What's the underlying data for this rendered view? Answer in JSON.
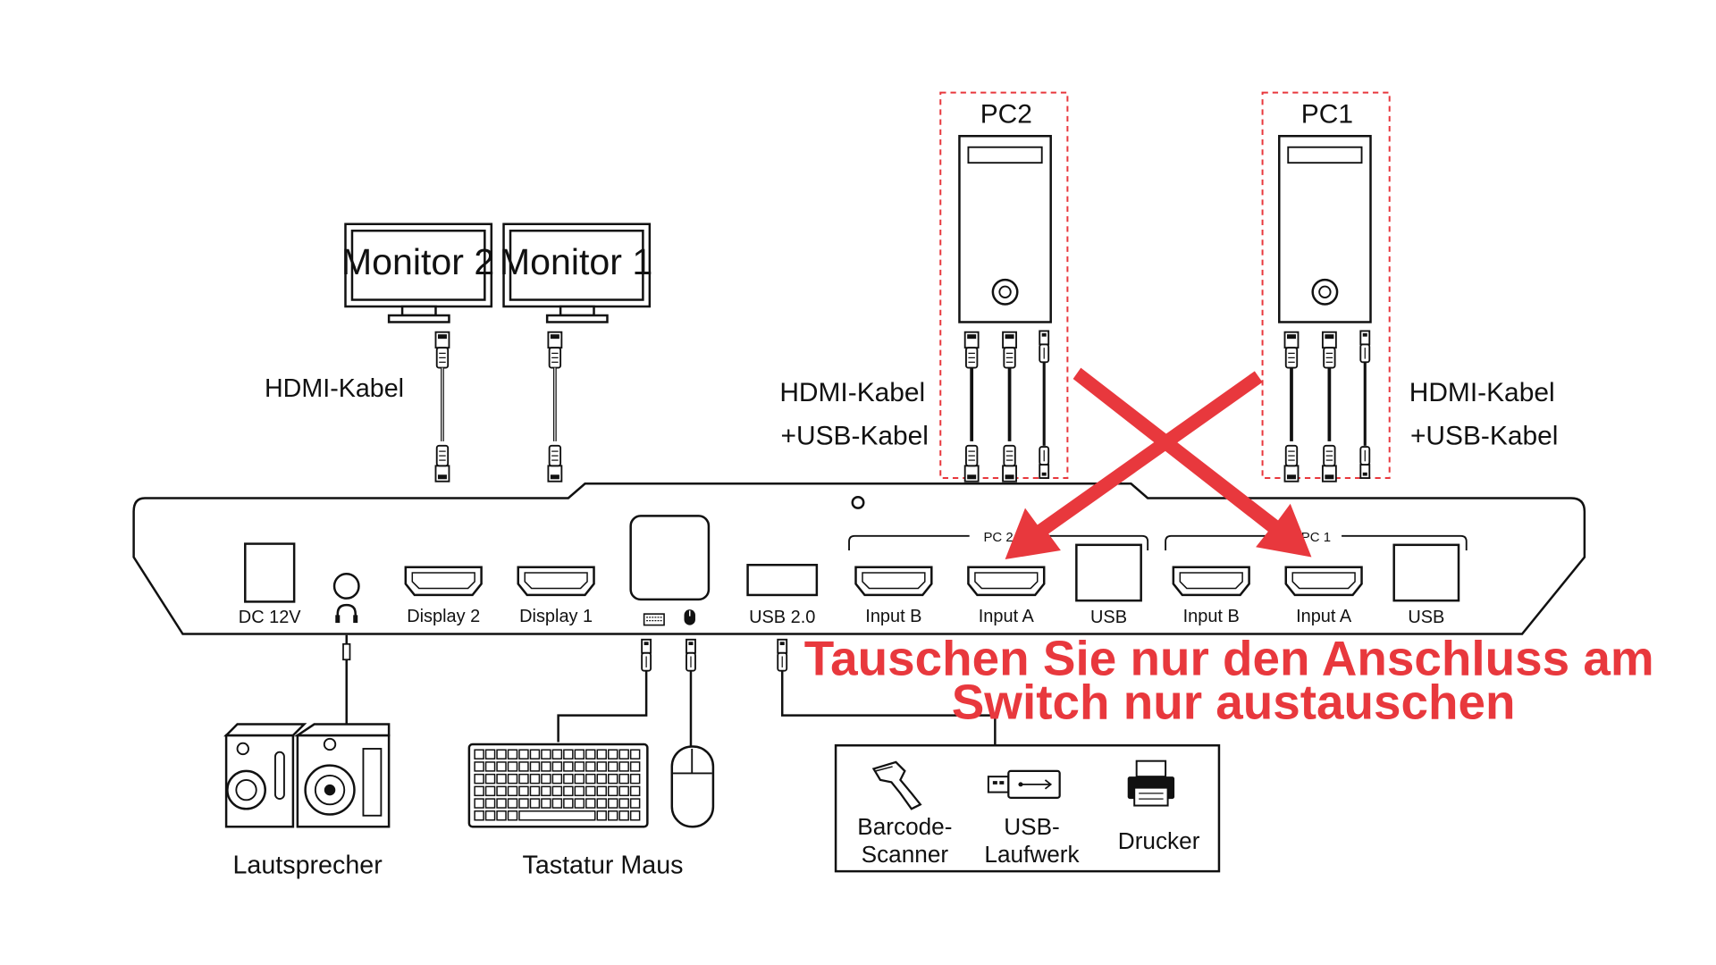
{
  "monitors": [
    {
      "label": "Monitor 2"
    },
    {
      "label": "Monitor 1"
    }
  ],
  "pcs": [
    {
      "label": "PC2"
    },
    {
      "label": "PC1"
    }
  ],
  "cables": {
    "monitor_cable": "HDMI-Kabel",
    "pc_cable_line1": "HDMI-Kabel",
    "pc_cable_line2": "+USB-Kabel"
  },
  "switch_ports": {
    "dc": "DC 12V",
    "display2": "Display 2",
    "display1": "Display 1",
    "usb20": "USB 2.0",
    "pc2_group": "PC 2",
    "pc1_group": "PC 1",
    "input_b": "Input B",
    "input_a": "Input A",
    "usb": "USB"
  },
  "peripherals": {
    "speakers": "Lautsprecher",
    "keyboard_mouse": "Tastatur Maus",
    "scanner_line1": "Barcode-",
    "scanner_line2": "Scanner",
    "usbdrive_line1": "USB-",
    "usbdrive_line2": "Laufwerk",
    "printer": "Drucker"
  },
  "notice": {
    "line1": "Tauschen Sie nur den Anschluss am",
    "line2": "Switch nur austauschen",
    "color": "#e8383d"
  },
  "icons": [
    "headphone-icon",
    "keyboard-icon",
    "mouse-icon",
    "barcode-scanner-icon",
    "usb-drive-icon",
    "printer-icon"
  ]
}
